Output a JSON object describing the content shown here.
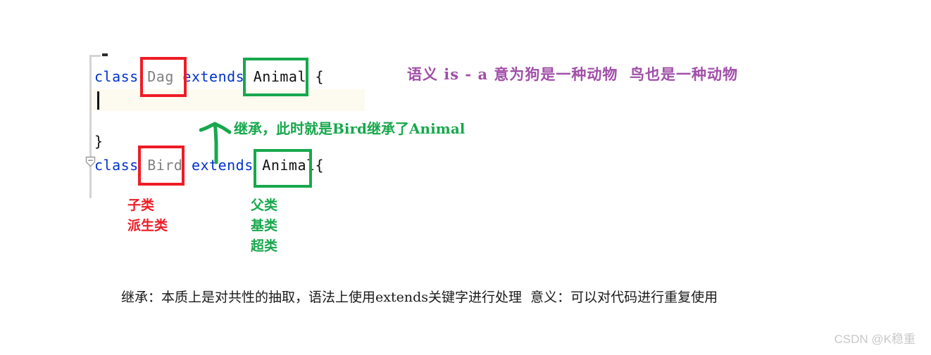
{
  "editor": {
    "code_lines": [
      {
        "id": "line-1",
        "keyword_class": "class ",
        "class_name": "Dag",
        "keyword_extends": " extends ",
        "parent_name": "Animal",
        "brace": " {"
      },
      {
        "id": "line-close",
        "text": "}"
      },
      {
        "id": "line-2",
        "keyword_class": "class ",
        "class_name": "Bird",
        "keyword_extends": " extends ",
        "parent_name": "Animal",
        "brace": "{"
      }
    ],
    "fold_marker_name": "code-fold-toggle",
    "caret_line_highlight_color": "#fdfbef",
    "highlight_boxes": [
      {
        "name": "dag-red-box",
        "color": "#ee1c25"
      },
      {
        "name": "animal-green-box",
        "color": "#17a84c"
      },
      {
        "name": "bird-red-box",
        "color": "#ee1c25"
      },
      {
        "name": "animal2-green-box",
        "color": "#17a84c"
      }
    ]
  },
  "annotations": {
    "semantics_note": "语义 is - a 意为狗是一种动物  鸟也是一种动物",
    "semantics_color": "#a14fa8",
    "inheritance_arrow_note": "继承，此时就是Bird继承了Animal",
    "inheritance_arrow_color": "#17a84c",
    "subclass_labels": [
      "子类",
      "派生类"
    ],
    "subclass_color": "#ee1c25",
    "superclass_labels": [
      "父类",
      "基类",
      "超类"
    ],
    "superclass_color": "#17a84c",
    "bottom_summary": "继承：本质上是对共性的抽取，语法上使用extends关键字进行处理  意义：可以对代码进行重复使用"
  },
  "watermark": {
    "text": "CSDN @K稳重"
  }
}
